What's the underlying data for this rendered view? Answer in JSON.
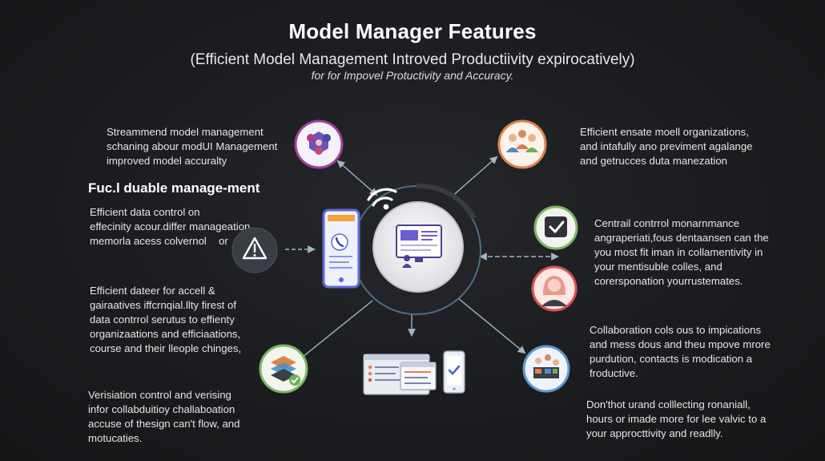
{
  "header": {
    "title": "Model Manager Features",
    "subtitle": "(Efficient Model Management Introved Productiivity expirocatively)",
    "tagline": "for for Impovel Protuctivity and Accuracy."
  },
  "left": {
    "block1": "Streammend model management\nschaning abour modUI Management\nimproved model accuralty",
    "heading": "Fuc.l duable manage-ment",
    "block2": "Efficient data control on\neffecinity acour.differ manageation\nmemorla acess colvernol",
    "block2_tail": "or",
    "block3": "Efficient dateer for accell &\ngairaatives iffcrnqial.llty firest of\ndata contrrol serutus to effienty\norganizaations and efficiaations,\ncourse and their lleople chinges,",
    "block4": "Verisiation  control and verising\ninfor collabduitioy challaboation\naccuse of thesign can't flow, and\nmotucaties."
  },
  "right": {
    "block1": "Efficient ensate moell organizations,\nand intafully ano previment agalange\nand getrucces duta manezation",
    "block2": "Centrail contrrol monarnmance\nangraperiati,fous dentaansen can the\nyou most fit iman in collamentivity in\nyour mentisuble colles, and\ncorersponation yourrustemates.",
    "block3": "Collaboration cols ous to impications\nand mess dous and theu mpove mrore\npurdution, contacts is modication a\nfroductive.",
    "block4": "Don'thot urand colllecting ronaniall,\nhours or imade more for lee valvic to a\nyour approcttivity and readlly."
  },
  "colors": {
    "background": "#1b1c1f",
    "ring": "#4a6f86",
    "arrow": "#9fb6c4",
    "hub": "#e9e9ec",
    "icon_ring_purple": "#a23d9c",
    "icon_ring_orange": "#e0834a",
    "icon_ring_green": "#7bb865",
    "icon_ring_red": "#d9534f",
    "icon_ring_blue": "#5b9bd5"
  },
  "icons": [
    "team-network-icon",
    "people-group-icon",
    "wifi-icon",
    "smartphone-call-icon",
    "warning-icon",
    "monitor-presentation-icon",
    "checkbox-icon",
    "user-avatar-icon",
    "layers-check-icon",
    "dashboard-windows-icon",
    "phone-check-icon",
    "team-workspace-icon"
  ]
}
